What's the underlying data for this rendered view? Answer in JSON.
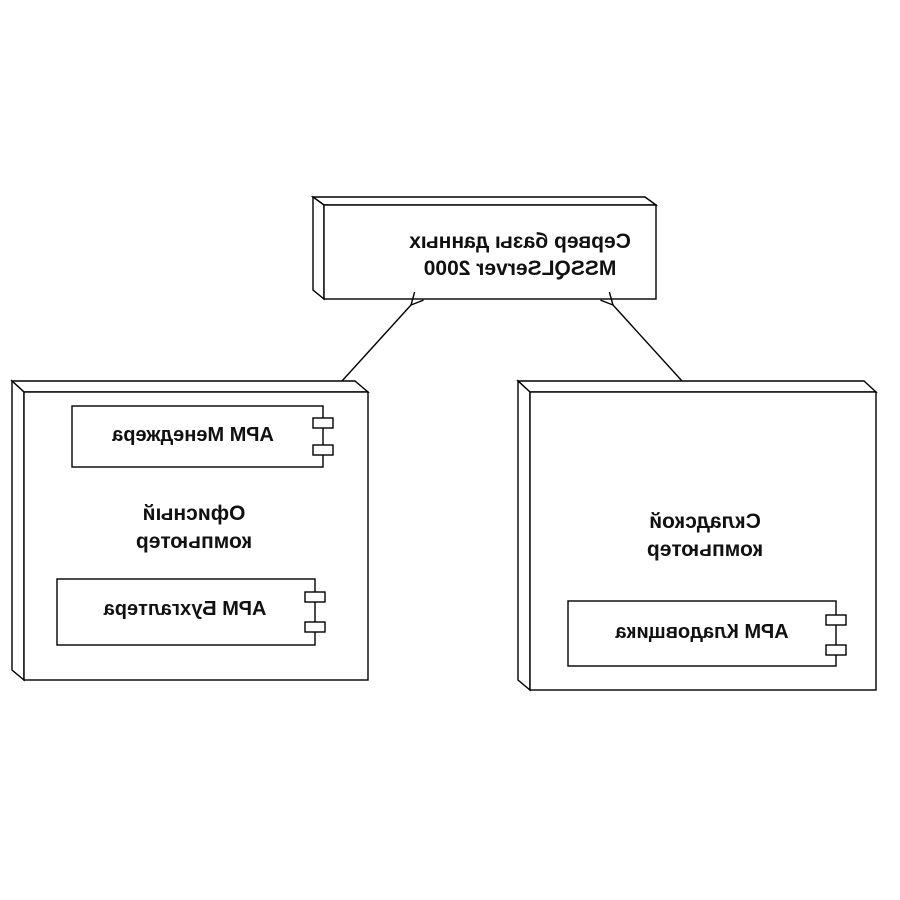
{
  "nodes": {
    "db_server": {
      "line1": "Сервер базы данных",
      "line2": "MSSQLServer 2000"
    },
    "office_pc": {
      "line1": "Офисный",
      "line2": "компьютер",
      "components": {
        "manager": "АРМ Менеджера",
        "accountant": "АРМ Бухгалтера"
      }
    },
    "warehouse_pc": {
      "line1": "Складской",
      "line2": "компьютер",
      "components": {
        "storekeeper": "АРМ Кладовщика"
      }
    }
  },
  "colors": {
    "stroke": "#000000",
    "fill": "#ffffff",
    "text": "#111111"
  }
}
